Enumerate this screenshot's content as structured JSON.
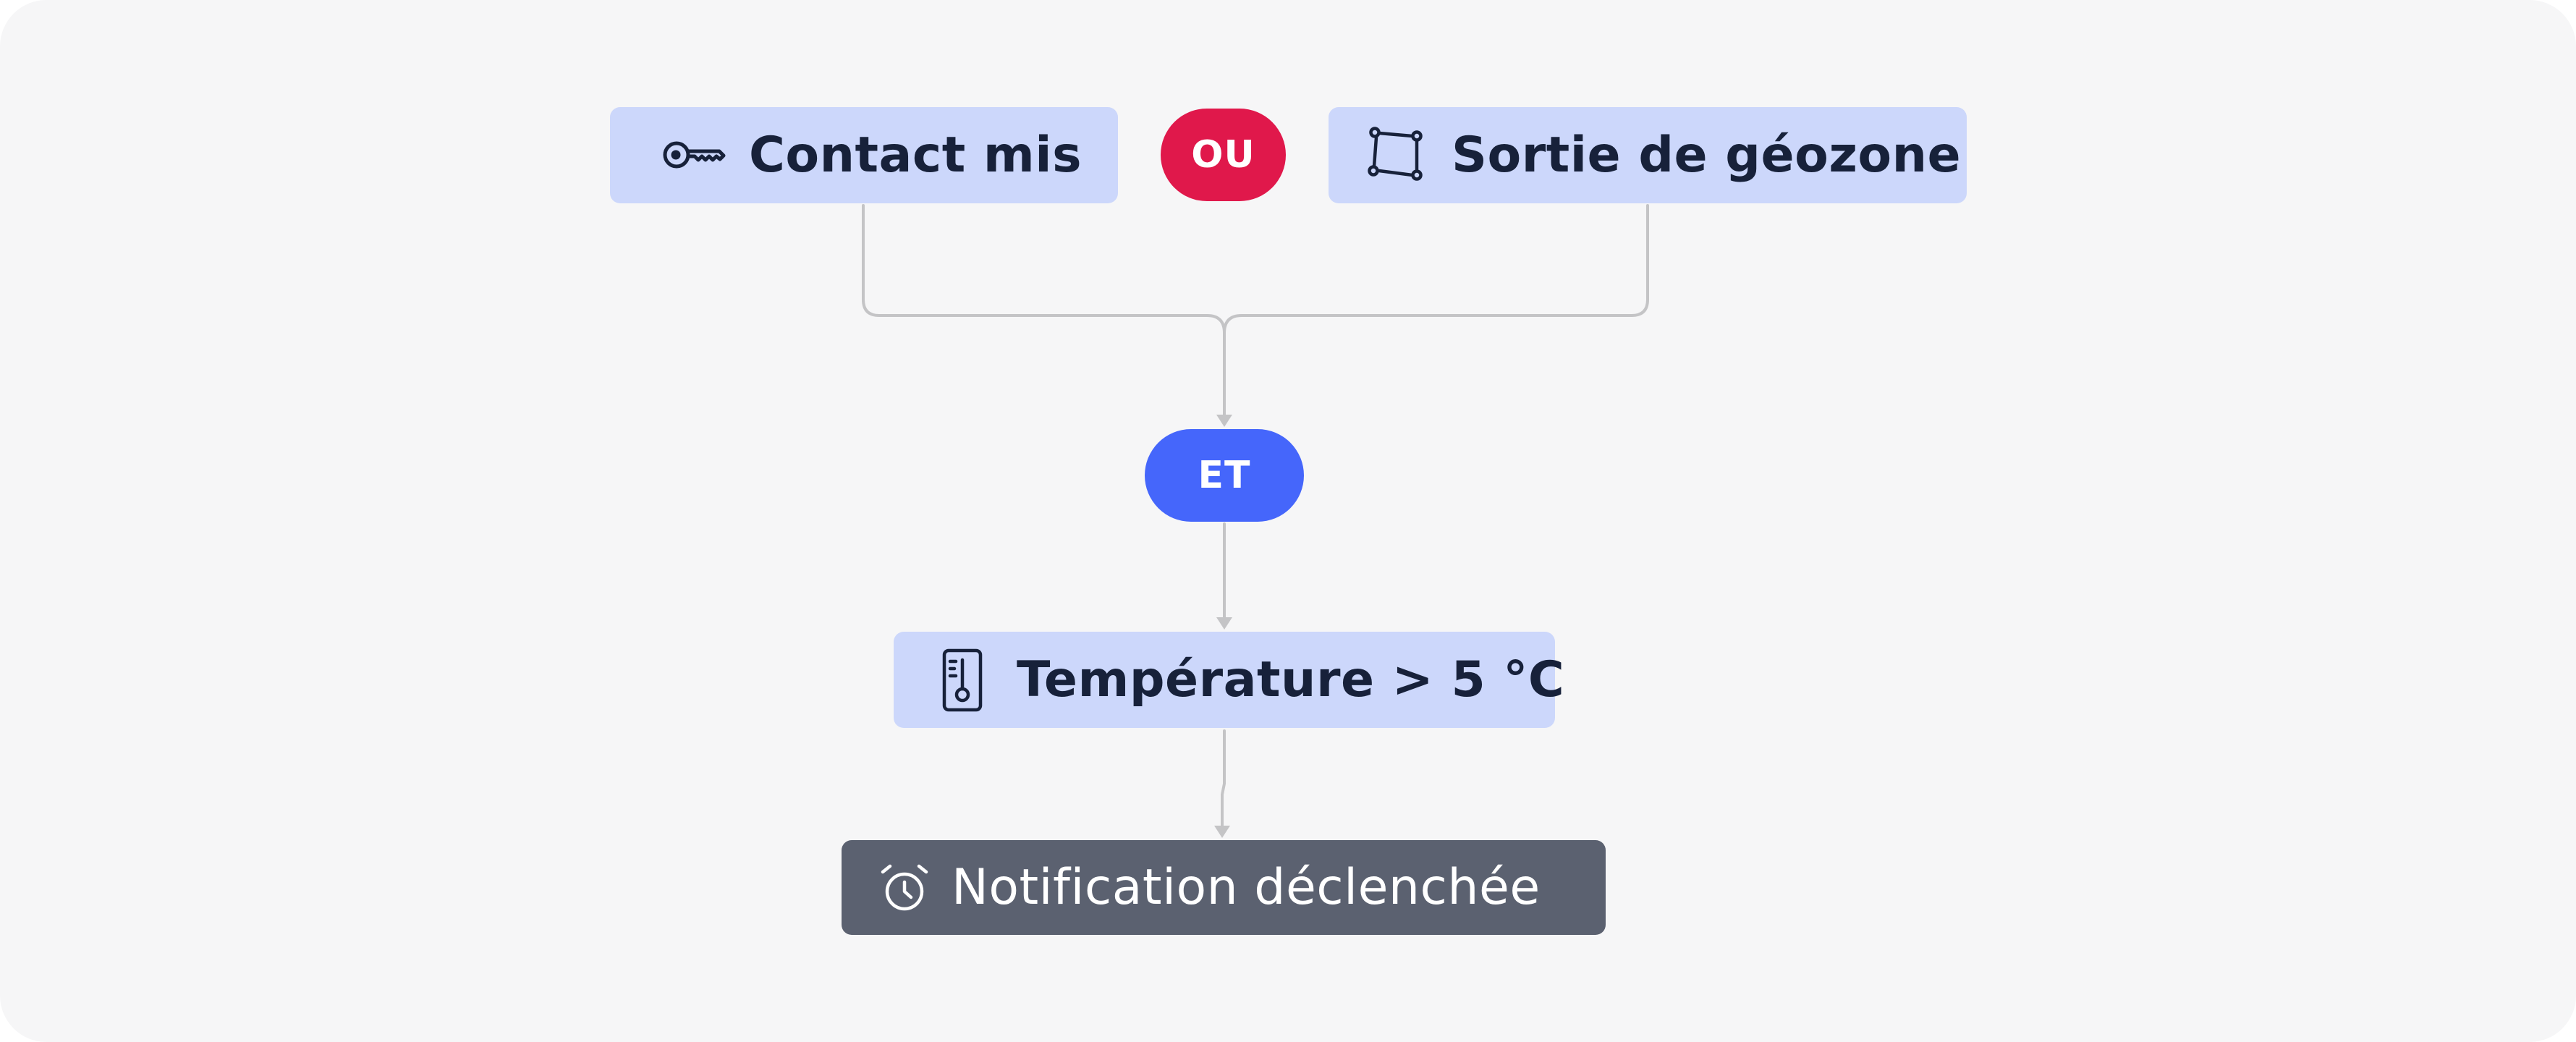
{
  "diagram": {
    "conditions": {
      "ignition": {
        "label": "Contact mis",
        "icon": "key-icon"
      },
      "geofence_exit": {
        "label": "Sortie de géozone",
        "icon": "geofence-polygon-icon"
      },
      "temperature": {
        "label": "Température > 5 °C",
        "icon": "thermometer-icon"
      }
    },
    "operators": {
      "or": {
        "label": "OU",
        "color": "#e0184b"
      },
      "and": {
        "label": "ET",
        "color": "#4566fb"
      }
    },
    "action": {
      "label": "Notification déclenchée",
      "icon": "alarm-clock-icon"
    },
    "colors": {
      "condition_bg": "#ccd7fb",
      "action_bg": "#5b6170",
      "connector": "#c4c4c6",
      "background": "#f6f6f7"
    }
  }
}
